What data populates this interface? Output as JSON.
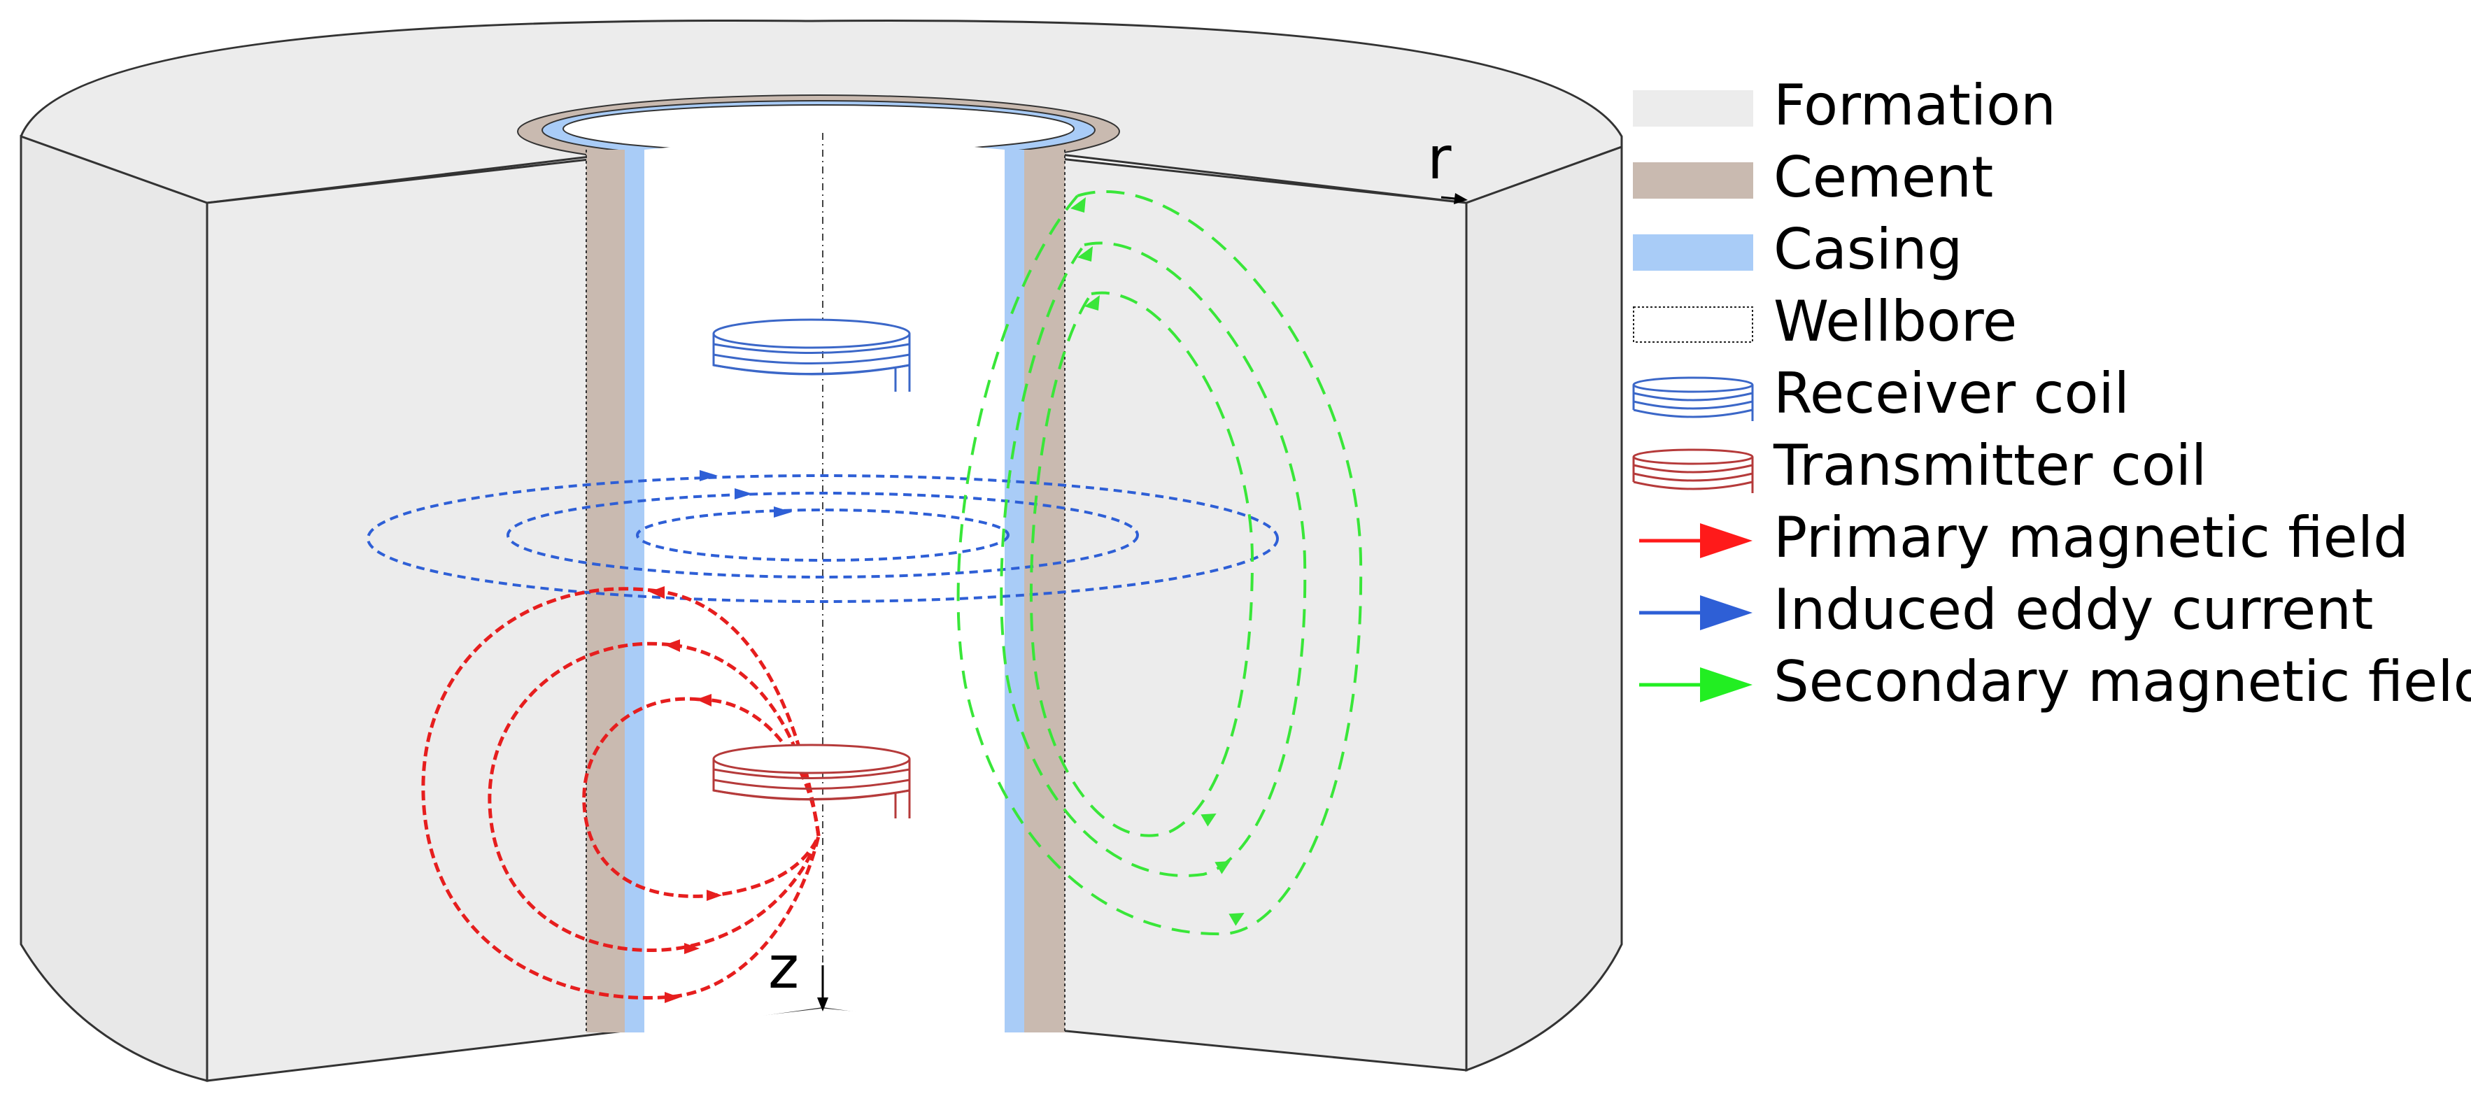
{
  "axes": {
    "radial_label": "r",
    "depth_label": "z"
  },
  "legend": [
    {
      "key": "formation",
      "label": "Formation",
      "swatch": "fill",
      "color": "#ececec",
      "stroke": "#ececec"
    },
    {
      "key": "cement",
      "label": "Cement",
      "swatch": "fill",
      "color": "#c9bab0",
      "stroke": "#c9bab0"
    },
    {
      "key": "casing",
      "label": "Casing",
      "swatch": "fill",
      "color": "#a9ccf7",
      "stroke": "#a9ccf7"
    },
    {
      "key": "wellbore",
      "label": "Wellbore",
      "swatch": "dotted-box",
      "color": "#ffffff",
      "stroke": "#222222"
    },
    {
      "key": "receiver-coil",
      "label": "Receiver coil",
      "swatch": "coil",
      "color": "#3b67c8"
    },
    {
      "key": "transmitter-coil",
      "label": "Transmitter coil",
      "swatch": "coil",
      "color": "#b53a3a"
    },
    {
      "key": "primary-field",
      "label": "Primary magnetic field",
      "swatch": "arrow",
      "color": "#ff1a1a"
    },
    {
      "key": "eddy-current",
      "label": "Induced eddy current",
      "swatch": "arrow",
      "color": "#2e5fd6"
    },
    {
      "key": "secondary-field",
      "label": "Secondary magnetic field",
      "swatch": "arrow",
      "color": "#22ee22"
    }
  ],
  "colors": {
    "formation": "#ececec",
    "formation_edge": "#333333",
    "cement": "#c9bab0",
    "casing": "#a9ccf7",
    "primary_field": "#e61e1e",
    "eddy_current": "#2e5fd6",
    "secondary_field": "#39e639",
    "receiver_coil": "#3b67c8",
    "transmitter_coil": "#b53a3a"
  }
}
